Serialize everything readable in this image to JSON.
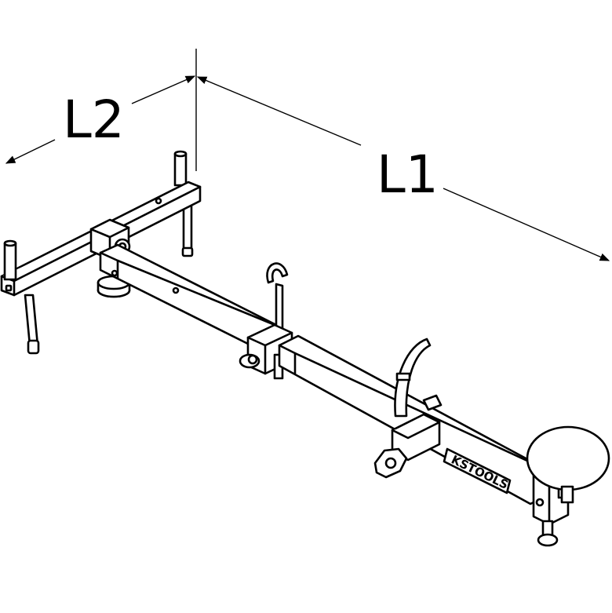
{
  "dimensions": {
    "l1": "L1",
    "l2": "L2"
  },
  "logo": {
    "text": "KSTOOLS"
  }
}
